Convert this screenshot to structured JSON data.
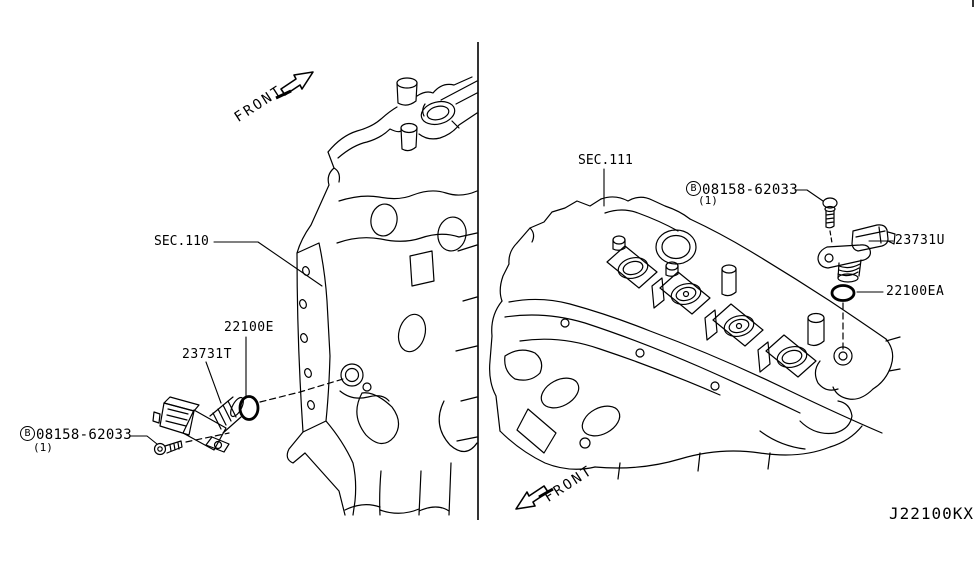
{
  "diagram_code": "J22100KX",
  "colors": {
    "line": "#000000",
    "background": "#ffffff"
  },
  "left": {
    "front": "FRONT",
    "section": "SEC.110",
    "oring": "22100E",
    "sensor": "23731T",
    "bolt_marker": "B",
    "bolt": "08158-62033",
    "bolt_qty": "(1)"
  },
  "right": {
    "front": "FRONT",
    "section": "SEC.111",
    "bolt_marker": "B",
    "bolt": "08158-62033",
    "bolt_qty": "(1)",
    "sensor": "23731U",
    "oring": "22100EA"
  },
  "icons": {
    "front_arrow_left": "arrow-up-right",
    "front_arrow_right": "arrow-down-left"
  }
}
